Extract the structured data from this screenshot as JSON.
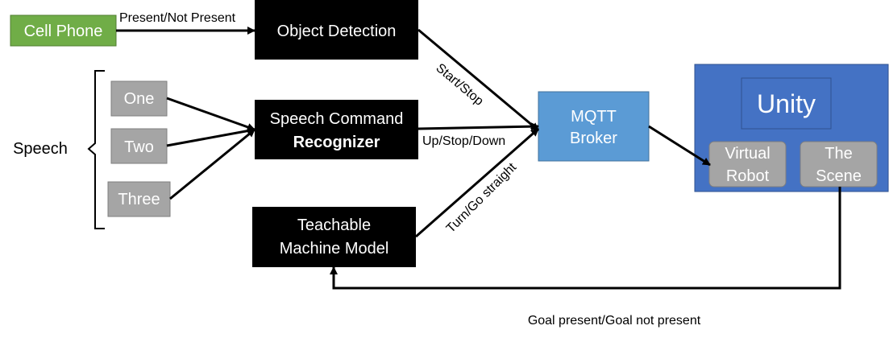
{
  "nodes": {
    "cell_phone": "Cell Phone",
    "object_detection": "Object Detection",
    "speech": "Speech",
    "one": "One",
    "two": "Two",
    "three": "Three",
    "speech_command_line1": "Speech Command",
    "speech_command_line2": "Recognizer",
    "teachable_line1": "Teachable",
    "teachable_line2": "Machine Model",
    "mqtt_line1": "MQTT",
    "mqtt_line2": "Broker",
    "unity": "Unity",
    "virtual_robot_line1": "Virtual",
    "virtual_robot_line2": "Robot",
    "the_scene_line1": "The",
    "the_scene_line2": "Scene"
  },
  "edges": {
    "present_not_present": "Present/Not Present",
    "start_stop": "Start/Stop",
    "up_stop_down": "Up/Stop/Down",
    "turn_go_straight": "Turn/Go straight",
    "goal_present": "Goal present/Goal not present"
  },
  "colors": {
    "cell_phone_fill": "#70ad47",
    "black_box": "#000000",
    "gray_box": "#a5a5a5",
    "mqtt_fill": "#5b9bd5",
    "unity_fill": "#4472c4",
    "unity_border": "#2f528f"
  }
}
